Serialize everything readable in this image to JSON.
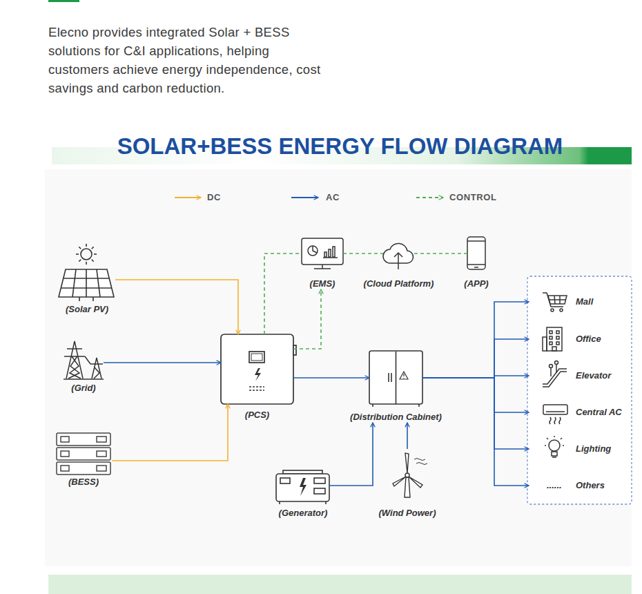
{
  "diagram": {
    "title": "SOLAR+BESS ENERGY FLOW DIAGRAM",
    "nodes": [
      {
        "text": [
          "(Solar PV)"
        ]
      },
      {
        "text": [
          "(Grid)"
        ]
      },
      {
        "text": [
          "(BESS)"
        ]
      },
      {
        "text": [
          "(PCS)"
        ]
      },
      {
        "text": [
          "(EMS)"
        ]
      },
      {
        "text": [
          "(Cloud Platform)"
        ]
      },
      {
        "text": [
          "(APP)"
        ]
      },
      {
        "text": [
          "(Distribution Cabinet)"
        ]
      },
      {
        "text": [
          "(Generator)"
        ]
      },
      {
        "text": [
          "(Wind Power)"
        ]
      },
      {
        "text": [
          "Mall"
        ]
      },
      {
        "text": [
          "Office"
        ]
      },
      {
        "text": [
          "Elevator"
        ]
      },
      {
        "text": [
          "Central AC"
        ]
      },
      {
        "text": [
          "Lighting"
        ]
      },
      {
        "text": [
          "......",
          "Others"
        ]
      }
    ],
    "edges": [
      {
        "from": 0,
        "to": 3,
        "arrow": "to"
      },
      {
        "from": 1,
        "to": 3,
        "arrow": "to"
      },
      {
        "from": 2,
        "to": 3,
        "arrow": "to"
      },
      {
        "from": 3,
        "to": 4,
        "arrow": "none"
      },
      {
        "from": 3,
        "to": 4,
        "arrow": "to"
      },
      {
        "from": 4,
        "to": 5,
        "arrow": "none"
      },
      {
        "from": 5,
        "to": 6,
        "arrow": "none"
      },
      {
        "from": 3,
        "to": 7,
        "arrow": "to"
      },
      {
        "from": 8,
        "to": 7,
        "arrow": "to"
      },
      {
        "from": 9,
        "to": 7,
        "arrow": "to"
      },
      {
        "from": 7,
        "to": 10,
        "arrow": "to"
      },
      {
        "from": 7,
        "to": 11,
        "arrow": "to"
      },
      {
        "from": 7,
        "to": 12,
        "arrow": "to"
      },
      {
        "from": 7,
        "to": 13,
        "arrow": "to"
      },
      {
        "from": 7,
        "to": 14,
        "arrow": "to"
      },
      {
        "from": 7,
        "to": 15,
        "arrow": "to"
      }
    ],
    "labels": [
      "Elecno provides integrated Solar + BESS solutions for C&I applications, helping customers achieve energy independence, cost savings and carbon reduction."
    ],
    "legend": [
      {
        "text": "DC"
      },
      {
        "text": "AC"
      },
      {
        "text": "CONTROL"
      }
    ]
  }
}
